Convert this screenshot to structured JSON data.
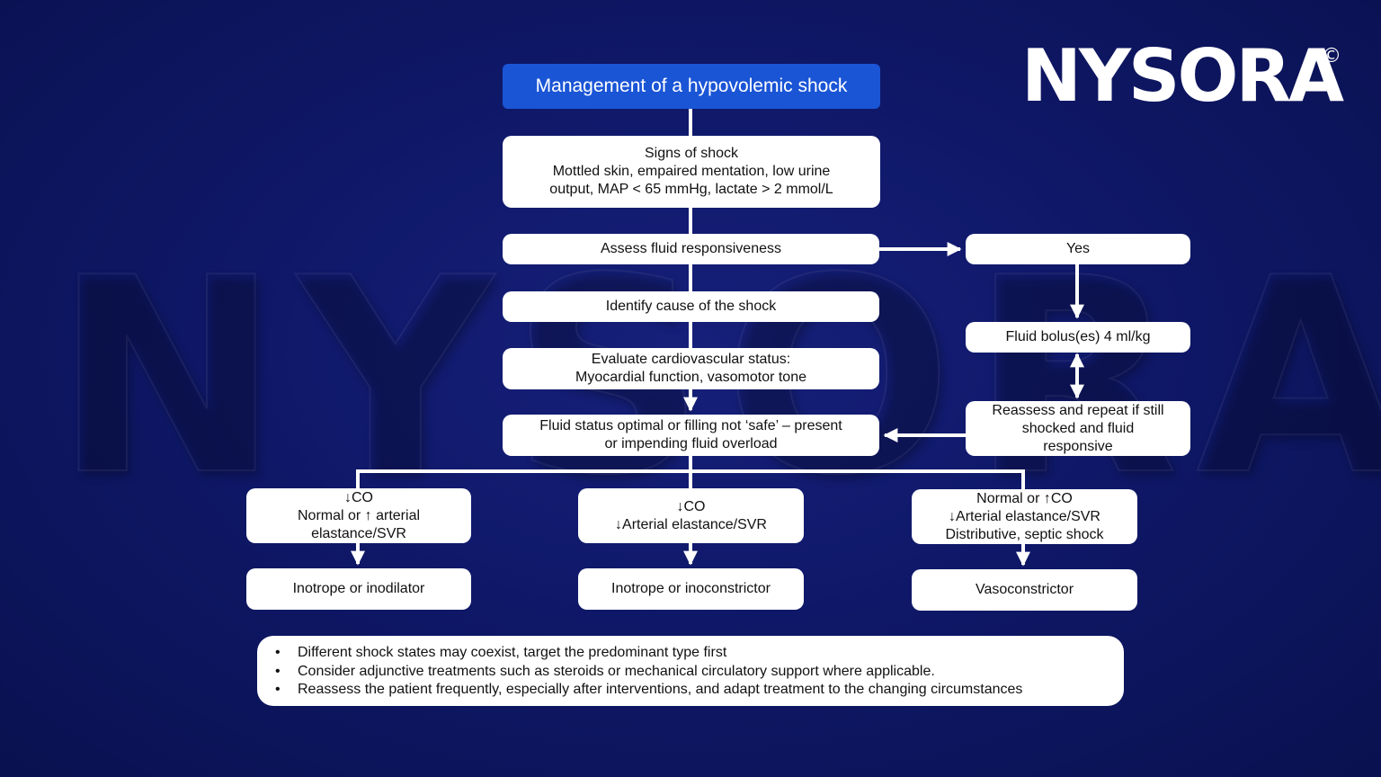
{
  "brand": {
    "logo_text": "NYSORA",
    "logo_mark": "©"
  },
  "title": "Management of a hypovolemic shock",
  "boxes": {
    "signs": [
      "Signs of shock",
      "Mottled skin, empaired mentation, low urine",
      "output, MAP < 65 mmHg, lactate > 2 mmol/L"
    ],
    "assess": [
      "Assess fluid responsiveness"
    ],
    "identify": [
      "Identify cause of the shock"
    ],
    "evaluate": [
      "Evaluate cardiovascular status:",
      "Myocardial function, vasomotor tone"
    ],
    "fluid_status": [
      "Fluid status optimal or filling not ‘safe’ – present",
      "or impending fluid overload"
    ],
    "yes": [
      "Yes"
    ],
    "bolus": [
      "Fluid bolus(es) 4 ml/kg"
    ],
    "reassess": [
      "Reassess and repeat if still",
      "shocked and fluid",
      "responsive"
    ],
    "left_state": [
      "↓CO",
      "Normal or ↑ arterial",
      "elastance/SVR"
    ],
    "mid_state": [
      "↓CO",
      "↓Arterial elastance/SVR"
    ],
    "right_state": [
      "Normal or ↑CO",
      "↓Arterial elastance/SVR",
      "Distributive, septic shock"
    ],
    "left_treat": [
      "Inotrope or inodilator"
    ],
    "mid_treat": [
      "Inotrope or inoconstrictor"
    ],
    "right_treat": [
      "Vasoconstrictor"
    ]
  },
  "notes": [
    "Different shock states may coexist, target the predominant type first",
    "Consider adjunctive treatments such as steroids or mechanical circulatory support where applicable.",
    "Reassess the patient frequently, especially after interventions, and adapt treatment to the changing circumstances"
  ]
}
